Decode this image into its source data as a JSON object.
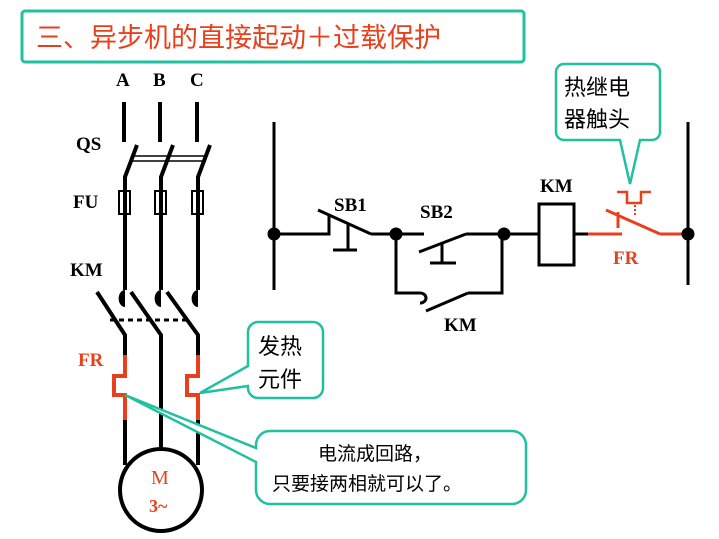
{
  "title": "三、异步机的直接起动＋过载保护",
  "main_circuit": {
    "phases": [
      "A",
      "B",
      "C"
    ],
    "qs_label": "QS",
    "fu_label": "FU",
    "km_label": "KM",
    "fr_label": "FR",
    "motor_label_line1": "M",
    "motor_label_line2": "3~"
  },
  "control_circuit": {
    "sb1_label": "SB1",
    "sb2_label": "SB2",
    "km_coil_label": "KM",
    "km_aux_label": "KM",
    "fr_label": "FR"
  },
  "callouts": {
    "relay_contact": [
      "热继电",
      "器触头"
    ],
    "heating_element": [
      "发热",
      "元件"
    ],
    "note": [
      "电流成回路，",
      "只要接两相就可以了。"
    ]
  },
  "colors": {
    "accent": "#20c0a0",
    "red": "#e8401c",
    "line": "#000000"
  }
}
